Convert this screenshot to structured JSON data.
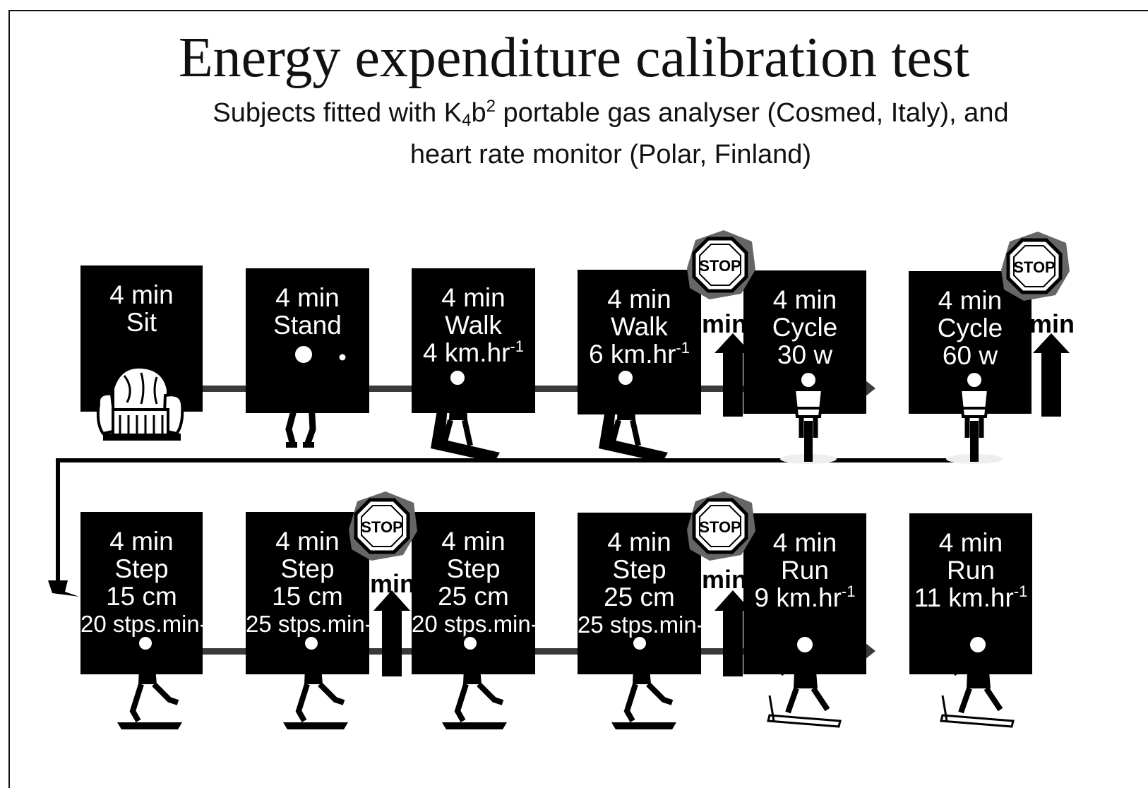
{
  "title": "Energy expenditure calibration test",
  "subtitle": {
    "line1_pre": "Subjects fitted with K",
    "k_sub": "4",
    "b_text": "b",
    "b_sup": "2",
    "line1_post": " portable gas analyser (Cosmed, Italy), and",
    "line2": "heart rate monitor (Polar, Finland)"
  },
  "stop_text": "STOP",
  "min_text": "min",
  "row1": [
    {
      "l1": "4 min",
      "l2": "Sit",
      "l3": "",
      "sup": "",
      "icon": "armchair-icon"
    },
    {
      "l1": "4 min",
      "l2": "Stand",
      "l3": "",
      "sup": "",
      "icon": "standing-man-icon"
    },
    {
      "l1": "4 min",
      "l2": "Walk",
      "l3": "4 km.hr",
      "sup": "-1",
      "icon": "treadmill-walker-icon"
    },
    {
      "l1": "4 min",
      "l2": "Walk",
      "l3": "6 km.hr",
      "sup": "-1",
      "icon": "treadmill-walker-icon"
    },
    {
      "l1": "4 min",
      "l2": "Cycle",
      "l3": "30 w",
      "sup": "",
      "icon": "cyclist-icon"
    },
    {
      "l1": "4 min",
      "l2": "Cycle",
      "l3": "60 w",
      "sup": "",
      "icon": "cyclist-icon"
    }
  ],
  "row2": [
    {
      "l1": "4 min",
      "l2": "Step",
      "l3": "15 cm",
      "l4": "20 stps.min-",
      "sup": "",
      "icon": "stepper-icon"
    },
    {
      "l1": "4 min",
      "l2": "Step",
      "l3": "15 cm",
      "l4": "25 stps.min-",
      "sup": "",
      "icon": "stepper-icon"
    },
    {
      "l1": "4 min",
      "l2": "Step",
      "l3": "25 cm",
      "l4": "20 stps.min-",
      "sup": "",
      "icon": "stepper-icon"
    },
    {
      "l1": "4 min",
      "l2": "Step",
      "l3": "25 cm",
      "l4": "25 stps.min-",
      "sup": "",
      "icon": "stepper-icon"
    },
    {
      "l1": "4 min",
      "l2": "Run",
      "l3": "9 km.hr",
      "l4": "",
      "sup": "-1",
      "icon": "runner-icon"
    },
    {
      "l1": "4 min",
      "l2": "Run",
      "l3": "11 km.hr",
      "l4": "",
      "sup": "-1",
      "icon": "runner-icon"
    }
  ]
}
